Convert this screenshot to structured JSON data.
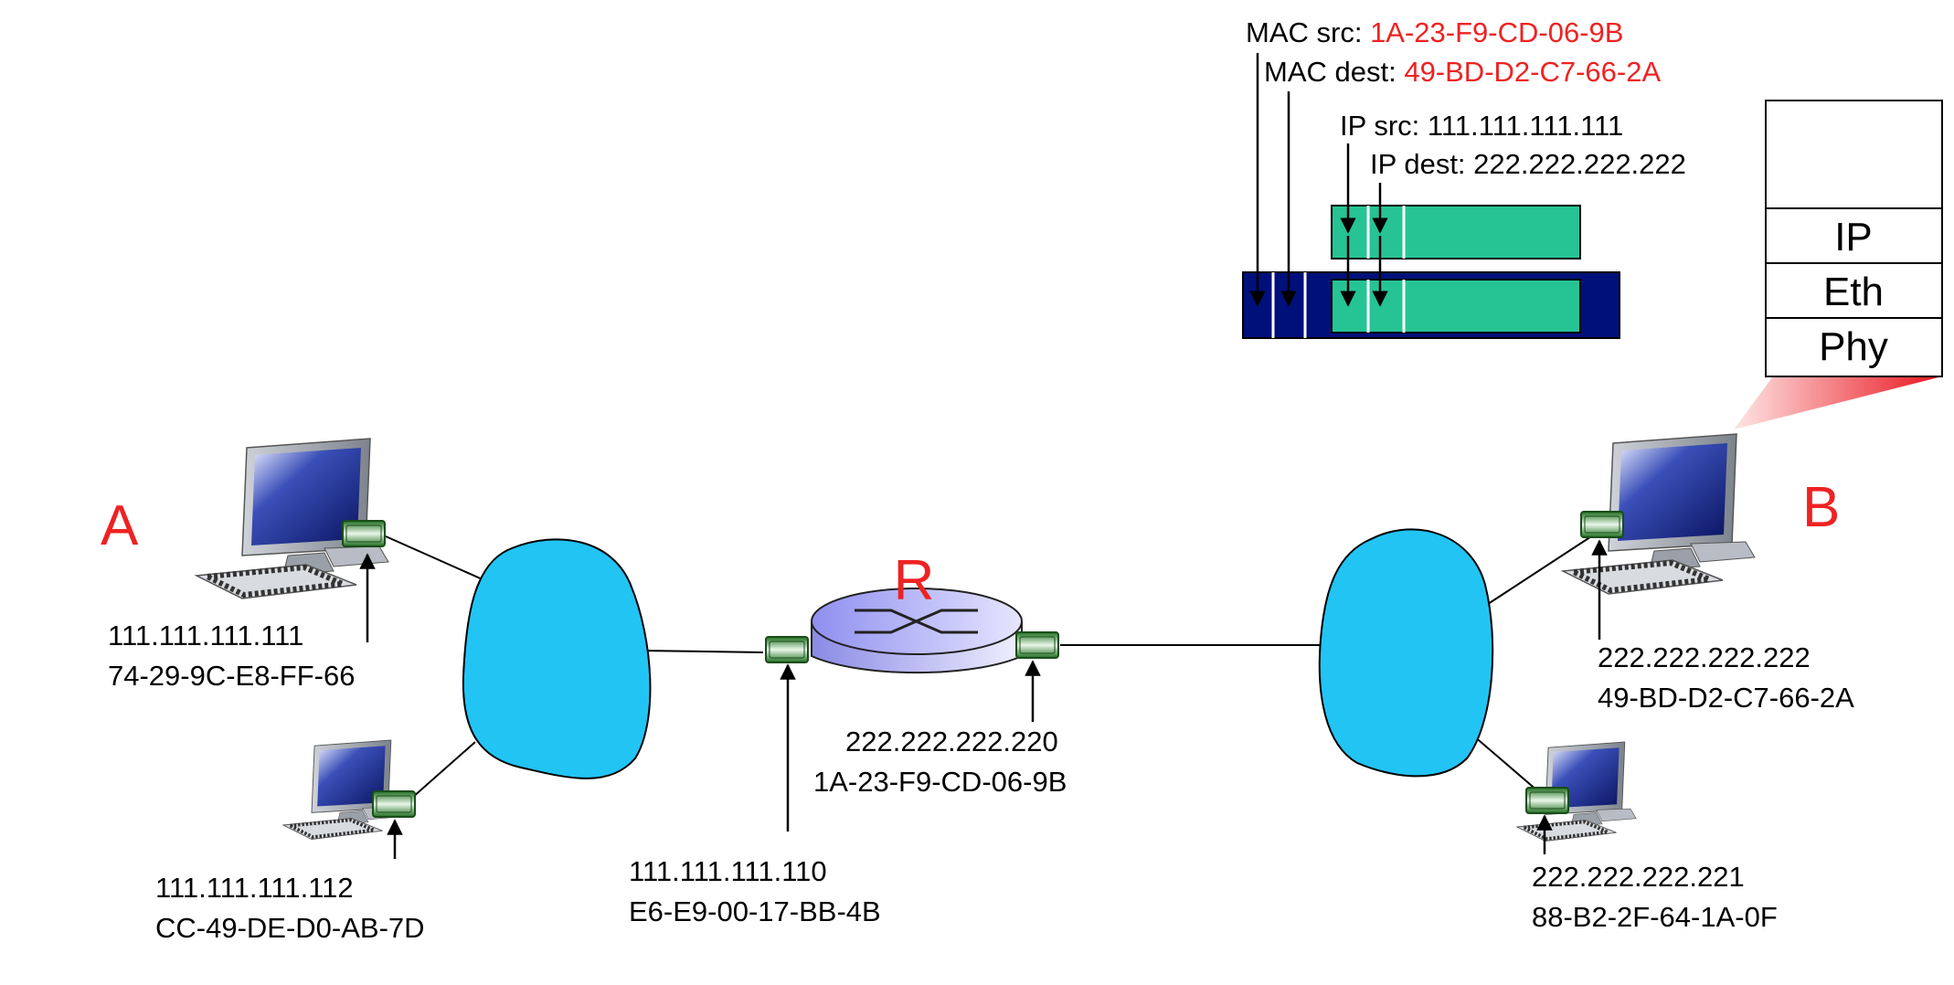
{
  "frame": {
    "mac_src_label": "MAC src: ",
    "mac_src_value": "1A-23-F9-CD-06-9B",
    "mac_dest_label": "MAC dest: ",
    "mac_dest_value": "49-BD-D2-C7-66-2A",
    "ip_src": "IP src: 111.111.111.111",
    "ip_dest": "IP dest: 222.222.222.222"
  },
  "protocol_stack": [
    "IP",
    "Eth",
    "Phy"
  ],
  "hosts": {
    "A": {
      "label": "A",
      "ip": "111.111.111.111",
      "mac": "74-29-9C-E8-FF-66"
    },
    "host2": {
      "ip": "111.111.111.112",
      "mac": "CC-49-DE-D0-AB-7D"
    },
    "B": {
      "label": "B",
      "ip": "222.222.222.222",
      "mac": "49-BD-D2-C7-66-2A"
    },
    "host4": {
      "ip": "222.222.222.221",
      "mac": "88-B2-2F-64-1A-0F"
    }
  },
  "router": {
    "label": "R",
    "left_ip": "111.111.111.110",
    "left_mac": "E6-E9-00-17-BB-4B",
    "right_ip": "222.222.222.220",
    "right_mac": "1A-23-F9-CD-06-9B"
  },
  "colors": {
    "label_red": "#ee2222",
    "cloud_blue": "#22c4f4",
    "frame_navy": "#00107a",
    "datagram_green": "#26c495",
    "interface_green": "#2e8b2e"
  }
}
